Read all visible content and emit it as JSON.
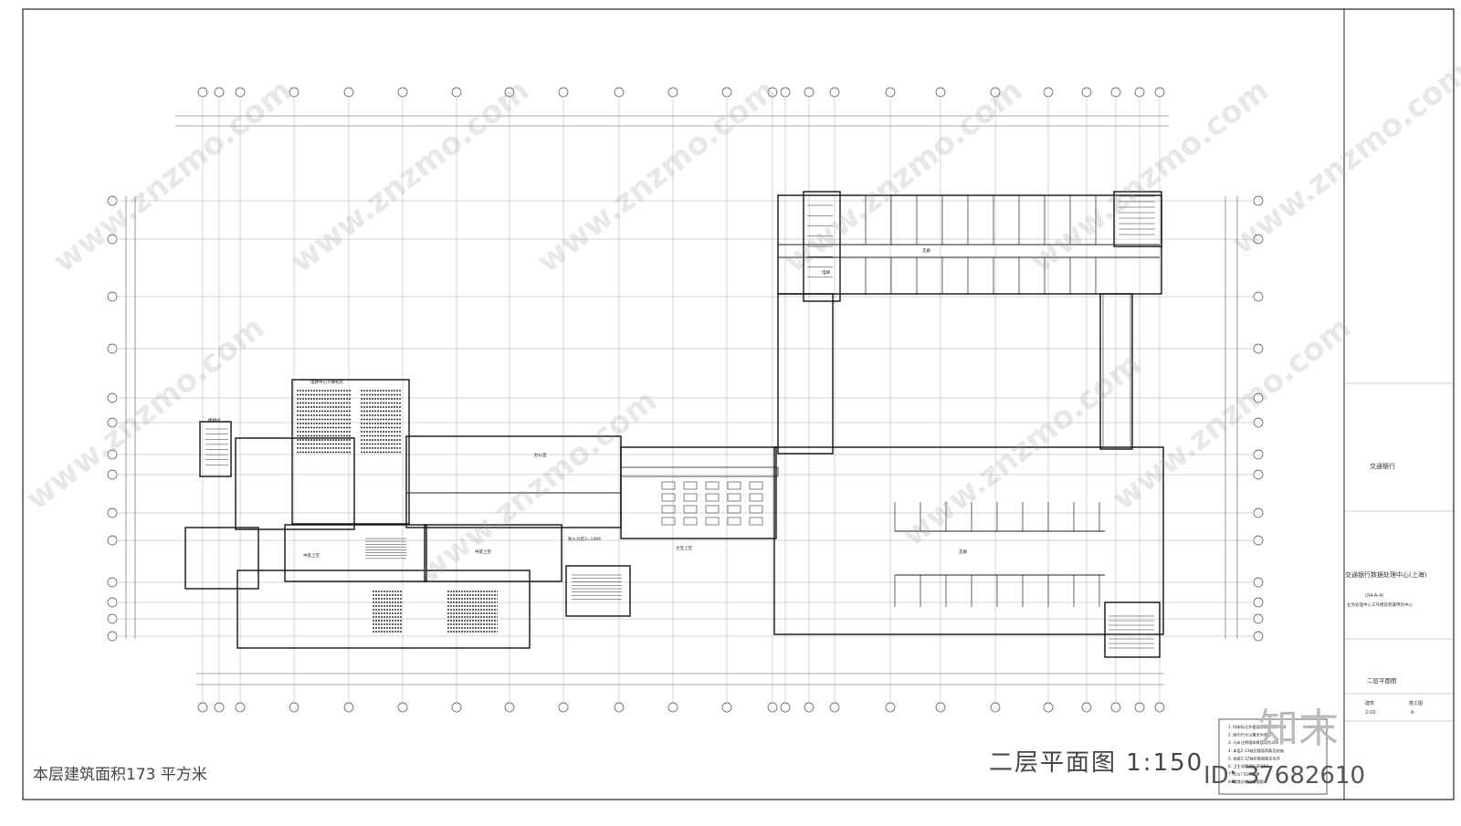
{
  "drawing": {
    "title": "二层平面图 1:150",
    "area_note": "本层建筑面积173 平方米",
    "id_text": "ID:  37682610",
    "brand_watermark": "知末",
    "watermark_url": "www.znzmo.com"
  },
  "title_block": {
    "client": "交通银行",
    "project": "交通银行数据处理中心(上海)",
    "subproject": "(04-A-4)",
    "subproject_desc": "业务处理中心工作楼及附属用房中心",
    "sheet_name": "二层平面图",
    "stage": "施工图",
    "discipline": "建筑",
    "sheet_no": "2-03",
    "revision": "A"
  },
  "room_labels": {
    "computer_room": "电教中心计算机房",
    "stair_a": "楼梯间",
    "fire_zone": "防火分区2=1466",
    "atrium": "中庭上空",
    "hall": "大堂上空",
    "office": "办公室",
    "elevator": "电梯",
    "corridor": "走廊"
  },
  "notes": [
    "1. 除本标注外楼面标高均为5.000",
    "2. 图中尺寸以毫米为单位",
    "3. 凡未注明墙体厚度均为200",
    "4. 本层2-13轴至楼面荷载见结施",
    "5. 本层2-12轴至楼面做法另详",
    "6. 卫生间楼面标高低50",
    "7. 防火门见门窗表",
    "8. 幕墙分格见幕墙图"
  ]
}
